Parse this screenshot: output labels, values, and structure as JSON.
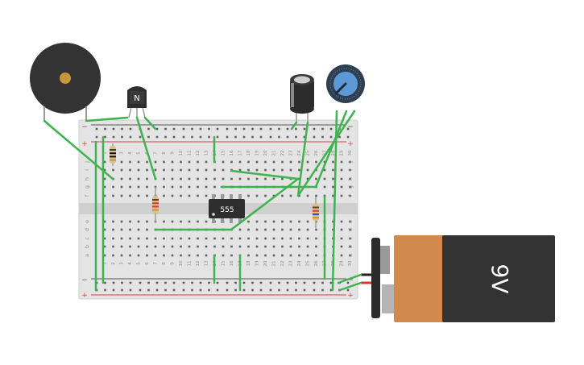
{
  "canvas": {
    "background": "#ffffff"
  },
  "colors": {
    "board": "#e4e4e4",
    "board_edge": "#d0d0d0",
    "channel": "#cfcfcf",
    "hole": "#5f5f5f",
    "rail_red": "#d64545",
    "rail_dark": "#555555",
    "wire": "#3fb34f",
    "label": "#8a8a8a",
    "battery_body": "#333333",
    "battery_band": "#d18a4e",
    "battery_clip": "#2b2b2b",
    "buzzer": "#333333",
    "buzzer_center": "#c8963b",
    "pot_body": "#2e3f52",
    "pot_knob": "#5b9ad6",
    "chip": "#2e2e2e",
    "capacitor": "#2c2c2c",
    "transistor": "#2e2e2e",
    "resistor_body": "#d7c08e"
  },
  "breadboard": {
    "columns": 30,
    "column_labels": [
      "1",
      "2",
      "3",
      "4",
      "5",
      "6",
      "7",
      "8",
      "9",
      "10",
      "11",
      "12",
      "13",
      "14",
      "15",
      "16",
      "17",
      "18",
      "19",
      "20",
      "21",
      "22",
      "23",
      "24",
      "25",
      "26",
      "27",
      "28",
      "29",
      "30"
    ],
    "top_row_labels": [
      "j",
      "i",
      "h",
      "g",
      "f"
    ],
    "bottom_row_labels": [
      "e",
      "d",
      "c",
      "b",
      "a"
    ],
    "rail_plus": "+",
    "rail_minus": "−"
  },
  "components": {
    "timer": {
      "label": "555"
    },
    "transistor": {
      "label": "N"
    },
    "battery": {
      "label": "9V"
    },
    "resistors": [
      {
        "bands": [
          "#4a3a2a",
          "#111111",
          "#111111",
          "#c79a3a"
        ]
      },
      {
        "bands": [
          "#6b3a1a",
          "#d33a2a",
          "#d33a2a",
          "#c79a3a"
        ]
      },
      {
        "bands": [
          "#6b3a1a",
          "#d33a2a",
          "#3a3ad0",
          "#c79a3a"
        ]
      }
    ]
  }
}
